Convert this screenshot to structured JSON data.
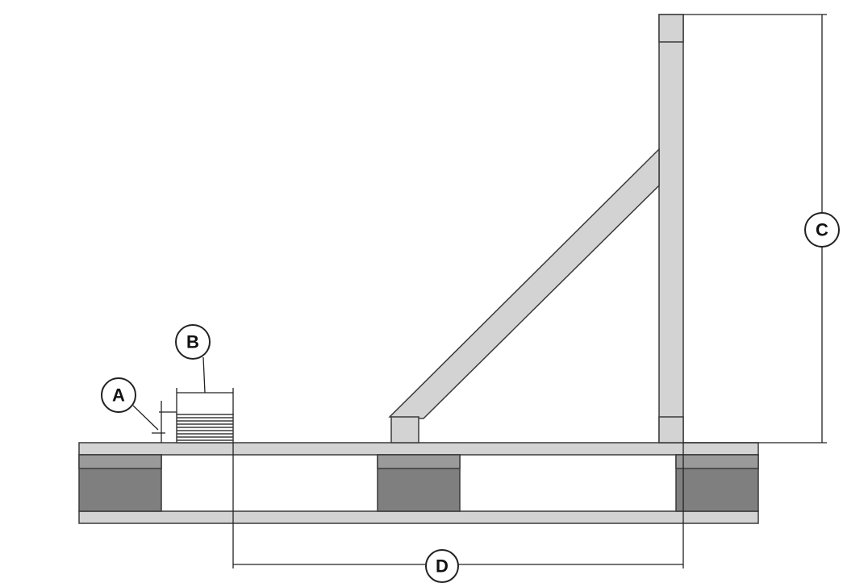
{
  "colors": {
    "background": "#ffffff",
    "timber_light": "#d3d3d3",
    "timber_dark": "#7f7f7f",
    "outline": "#3a3a3a",
    "dimension_line": "#222222",
    "callout_fill": "#ffffff"
  },
  "callouts": {
    "a": "A",
    "b": "B",
    "c": "C",
    "d": "D"
  }
}
